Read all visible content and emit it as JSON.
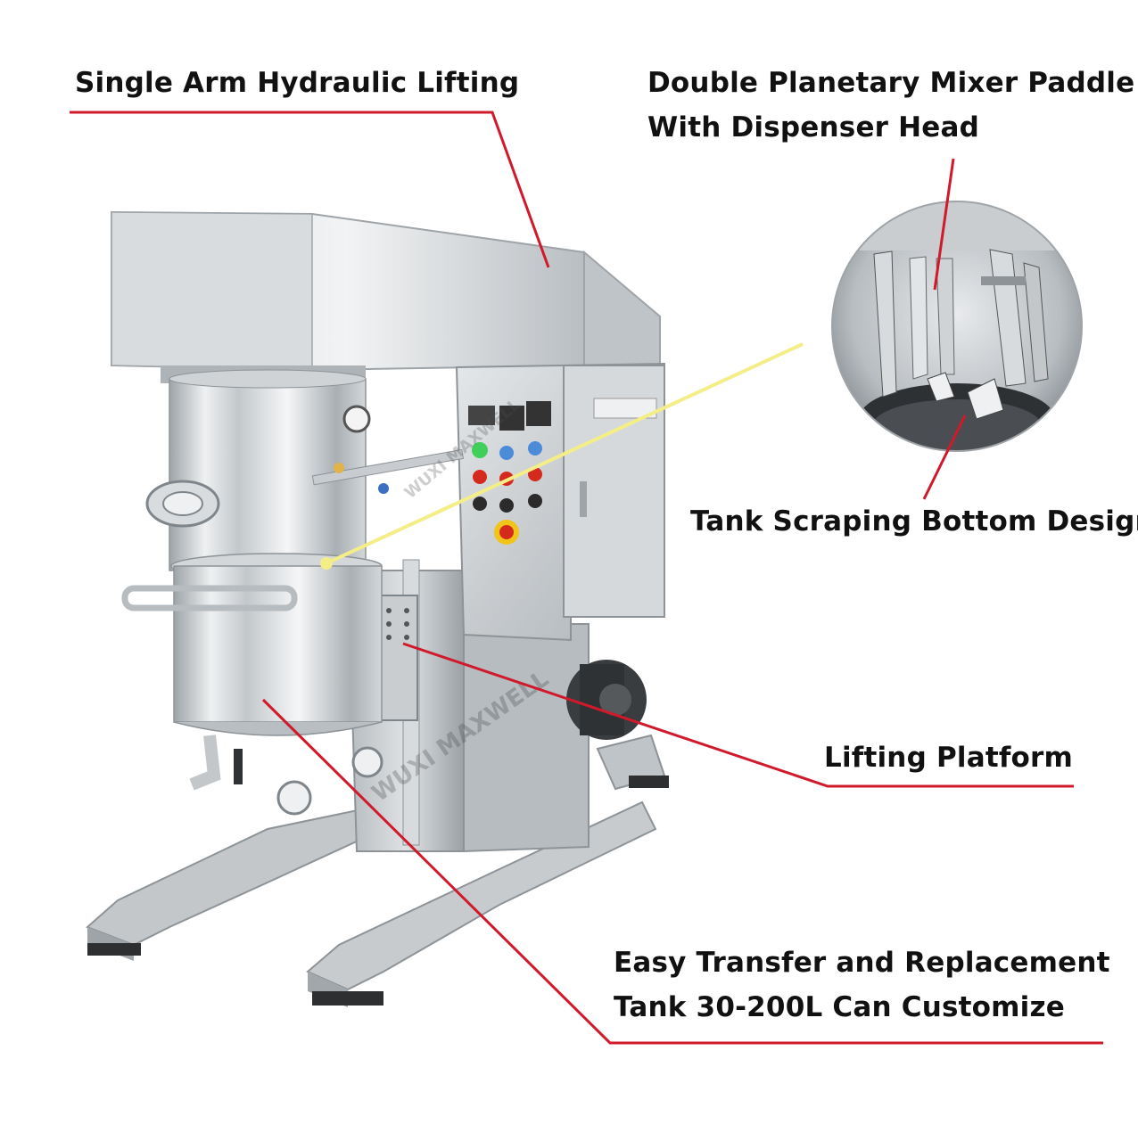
{
  "callouts": {
    "single_arm": "Single Arm Hydraulic Lifting",
    "double_planetary_1": "Double Planetary Mixer Paddle",
    "double_planetary_2": "With Dispenser Head",
    "tank_scraping": "Tank Scraping Bottom Design",
    "lifting_platform": "Lifting Platform",
    "easy_transfer_1": "Easy Transfer and Replacement",
    "easy_transfer_2": "Tank 30-200L Can Customize"
  },
  "watermark": "WUXI MAXWELL",
  "colors": {
    "leader_line": "#d0192b",
    "pointer_line": "#f4ee88",
    "steel_light": "#e9ecee",
    "steel_mid": "#bfc4c8",
    "steel_dark": "#8d9397",
    "emergency_stop": "#d42a1e",
    "emergency_ring": "#f0c419",
    "indicator_green": "#3fcf5a"
  }
}
